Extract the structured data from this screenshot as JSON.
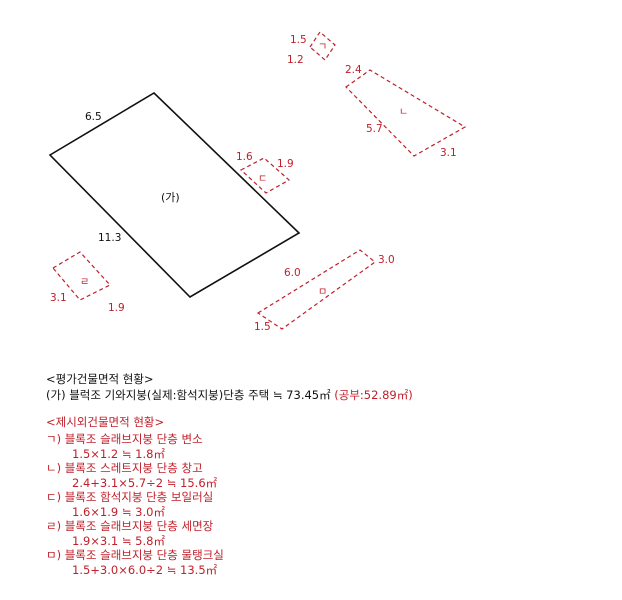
{
  "colors": {
    "main": "#111111",
    "accent": "#c0202a"
  },
  "main_building": {
    "label": "(가)",
    "dims": {
      "top": "6.5",
      "side": "11.3"
    }
  },
  "annex_buildings": {
    "gi": {
      "label": "ㄱ",
      "dims": [
        "1.5",
        "1.2"
      ]
    },
    "ni": {
      "label": "ㄴ",
      "dims": [
        "2.4",
        "5.7",
        "3.1"
      ]
    },
    "di": {
      "label": "ㄷ",
      "dims": [
        "1.6",
        "1.9"
      ]
    },
    "ri": {
      "label": "ㄹ",
      "dims": [
        "3.1",
        "1.9"
      ]
    },
    "mi": {
      "label": "ㅁ",
      "dims": [
        "3.0",
        "6.0",
        "1.5"
      ]
    }
  },
  "summary": {
    "heading": "<평가건물면적 현황>",
    "main_line": "(가) 블럭조 기와지붕(실제:함석지붕)단층 주택 ≒ 73.45㎡",
    "main_line_note": "(공부:52.89㎡)",
    "excluded_heading": "<제시외건물면적 현황>",
    "excluded": [
      {
        "title": "ㄱ) 블록조 슬래브지붕 단층 변소",
        "formula": "1.5×1.2 ≒ 1.8㎡"
      },
      {
        "title": "ㄴ) 블록조 스레트지붕 단층 창고",
        "formula": "2.4+3.1×5.7÷2 ≒ 15.6㎡"
      },
      {
        "title": "ㄷ) 블록조 함석지붕 단층 보일러실",
        "formula": "1.6×1.9 ≒ 3.0㎡"
      },
      {
        "title": "ㄹ) 블록조 슬래브지붕 단층 세면장",
        "formula": "1.9×3.1 ≒ 5.8㎡"
      },
      {
        "title": "ㅁ) 블록조 슬래브지붕 단층 물탱크실",
        "formula": "1.5+3.0×6.0÷2 ≒ 13.5㎡"
      }
    ]
  }
}
